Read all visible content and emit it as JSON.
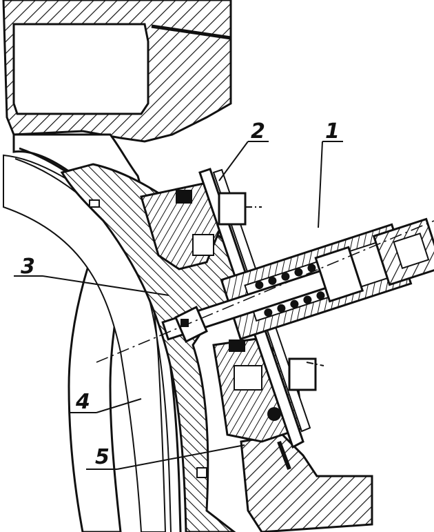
{
  "callouts": [
    {
      "id": "1",
      "label": "1"
    },
    {
      "id": "2",
      "label": "2"
    },
    {
      "id": "3",
      "label": "3"
    },
    {
      "id": "4",
      "label": "4"
    },
    {
      "id": "5",
      "label": "5"
    }
  ],
  "colors": {
    "ink": "#111111",
    "paper": "#ffffff"
  }
}
